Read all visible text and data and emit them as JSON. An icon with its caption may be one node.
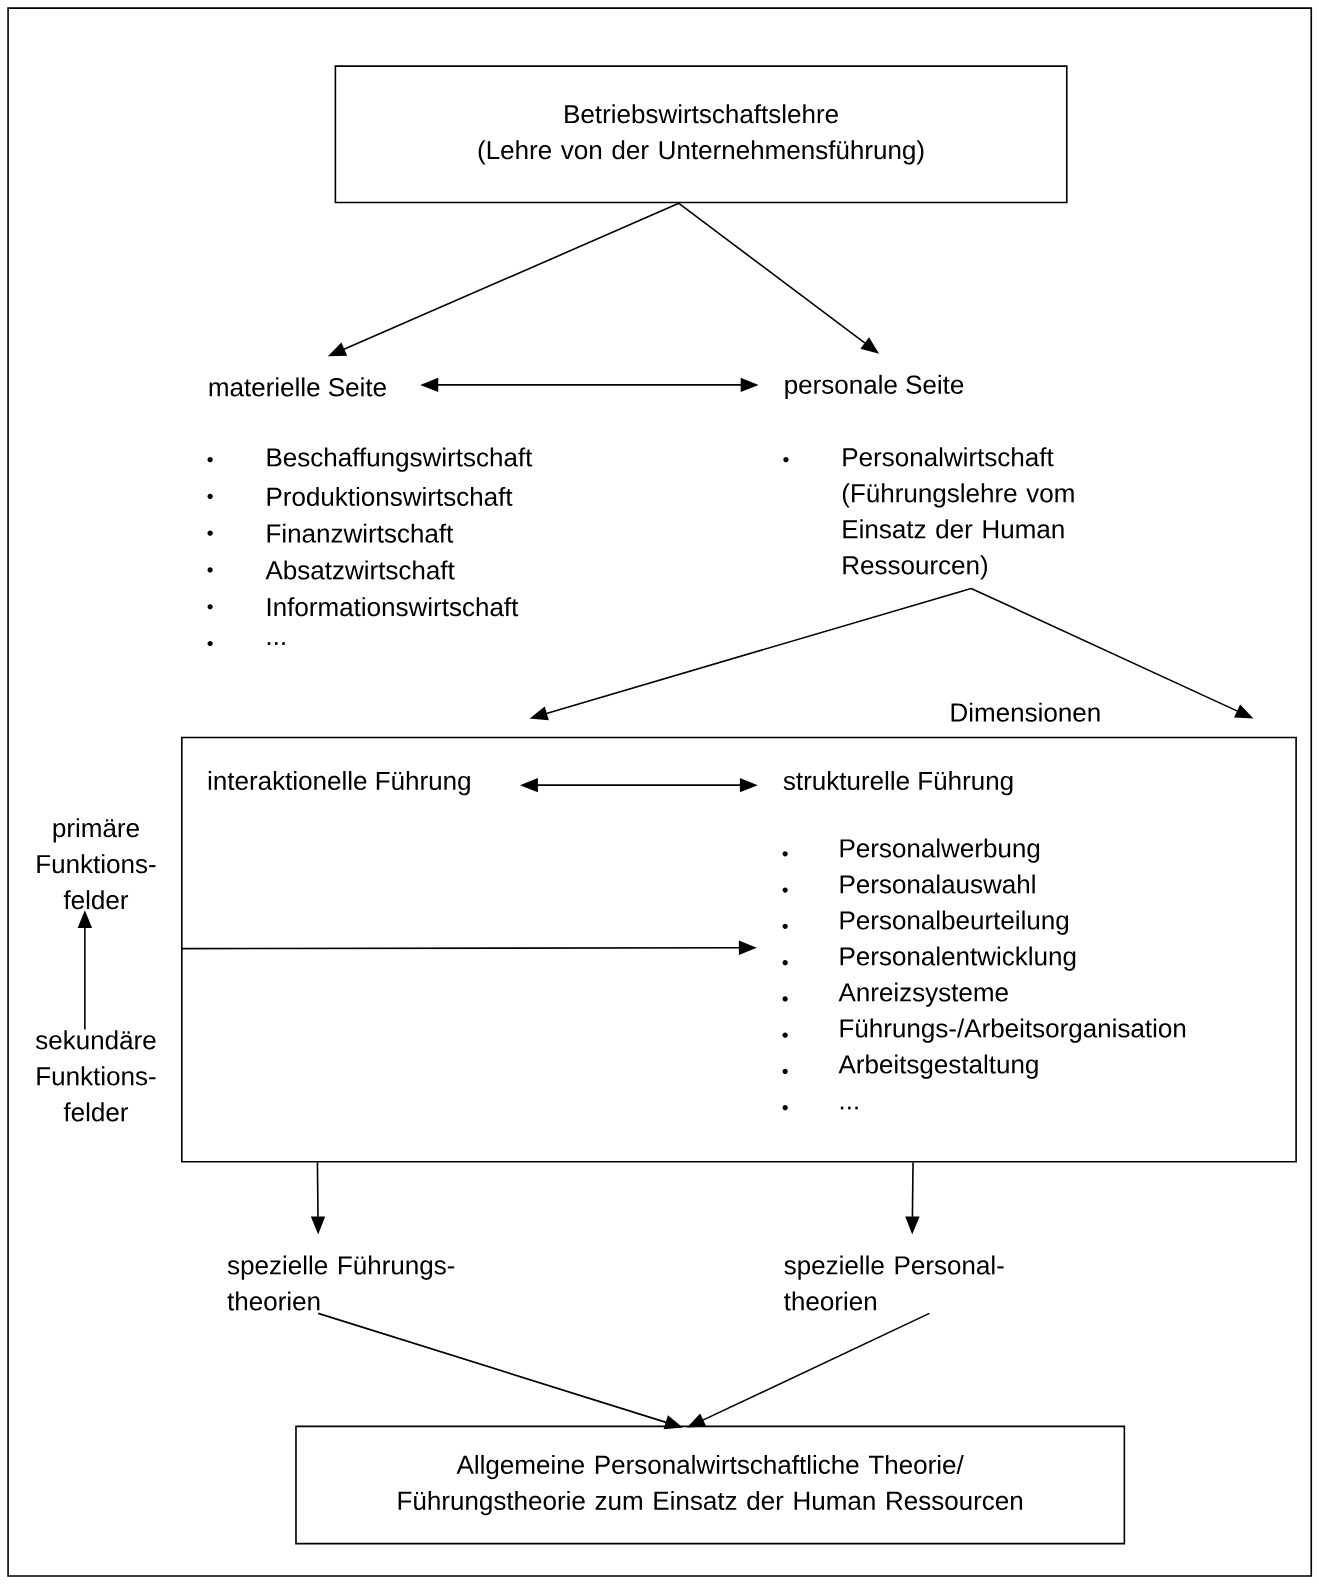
{
  "diagram": {
    "nodes": [
      {
        "text": [
          "Betriebswirtschaftslehre",
          "(Lehre von der Unternehmensführung)"
        ]
      },
      {
        "text": [
          "materielle Seite"
        ]
      },
      {
        "text": [
          "personale Seite"
        ]
      },
      {
        "text": [
          "Personalwirtschaft (Führungslehre vom Einsatz der Human Ressourcen)"
        ]
      },
      {
        "text": [
          "Dimensionen"
        ]
      },
      {
        "text": [
          "interaktionelle Führung"
        ],
        "in": 4
      },
      {
        "text": [
          "strukturelle Führung"
        ],
        "in": 4
      },
      {
        "text": [
          "Personalwerbung",
          "Personalauswahl",
          "Personalbeurteilung",
          "Personalentwicklung",
          "Anreizsysteme",
          "Führungs-/Arbeitsorganisation",
          "Arbeitsgestaltung",
          "..."
        ],
        "in": 4
      },
      {
        "text": [
          "primäre Funktions- felder"
        ]
      },
      {
        "text": [
          "sekundäre Funktions- felder"
        ]
      },
      {
        "text": [
          "spezielle Führungs- theorien"
        ]
      },
      {
        "text": [
          "spezielle Personal- theorien"
        ]
      },
      {
        "text": [
          "Allgemeine Personalwirtschaftliche Theorie/ Führungstheorie zum Einsatz der Human Ressourcen"
        ]
      }
    ],
    "edges": [
      {
        "from": 0,
        "to": 1,
        "arrow": "to"
      },
      {
        "from": 0,
        "to": 2,
        "arrow": "to"
      },
      {
        "from": 1,
        "to": 2,
        "arrow": "both"
      },
      {
        "from": 3,
        "to": 4,
        "arrow": "to"
      },
      {
        "from": 3,
        "to": 4,
        "arrow": "to"
      },
      {
        "from": 5,
        "to": 6,
        "arrow": "both"
      },
      {
        "from": null,
        "to": 7,
        "arrow": "to"
      },
      {
        "from": 9,
        "to": 8,
        "arrow": "to"
      },
      {
        "from": 4,
        "to": 10,
        "arrow": "to"
      },
      {
        "from": 4,
        "to": 11,
        "arrow": "to"
      },
      {
        "from": 10,
        "to": 12,
        "arrow": "to"
      },
      {
        "from": 11,
        "to": 12,
        "arrow": "to"
      }
    ],
    "labels": [
      "Beschaffungswirtschaft",
      "Produktionswirtschaft",
      "Finanzwirtschaft",
      "Absatzwirtschaft",
      "Informationswirtschaft",
      "..."
    ]
  }
}
